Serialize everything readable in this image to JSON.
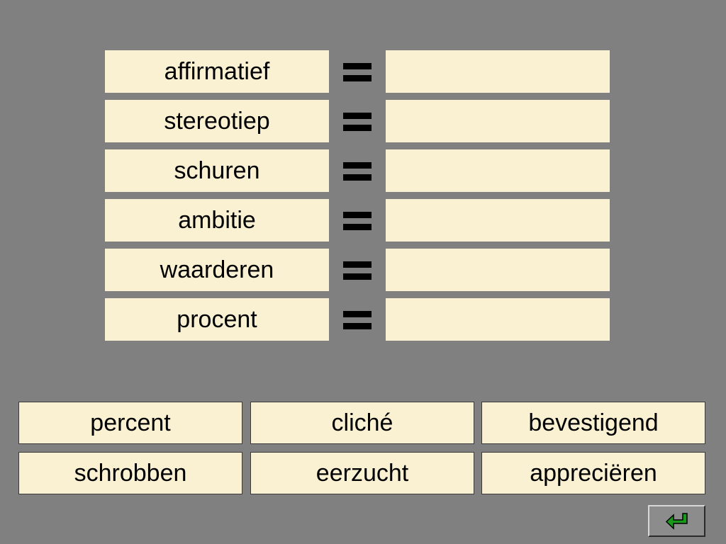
{
  "pairs": [
    {
      "word": "affirmatief",
      "answer": ""
    },
    {
      "word": "stereotiep",
      "answer": ""
    },
    {
      "word": "schuren",
      "answer": ""
    },
    {
      "word": "ambitie",
      "answer": ""
    },
    {
      "word": "waarderen",
      "answer": ""
    },
    {
      "word": "procent",
      "answer": ""
    }
  ],
  "options": [
    "percent",
    "cliché",
    "bevestigend",
    "schrobben",
    "eerzucht",
    "appreciëren"
  ],
  "colors": {
    "background": "#808080",
    "card": "#faf0d2",
    "text": "#000000",
    "enter_arrow": "#1a9a1a"
  },
  "icons": {
    "equals": "equals-icon",
    "enter": "enter-arrow-icon"
  }
}
